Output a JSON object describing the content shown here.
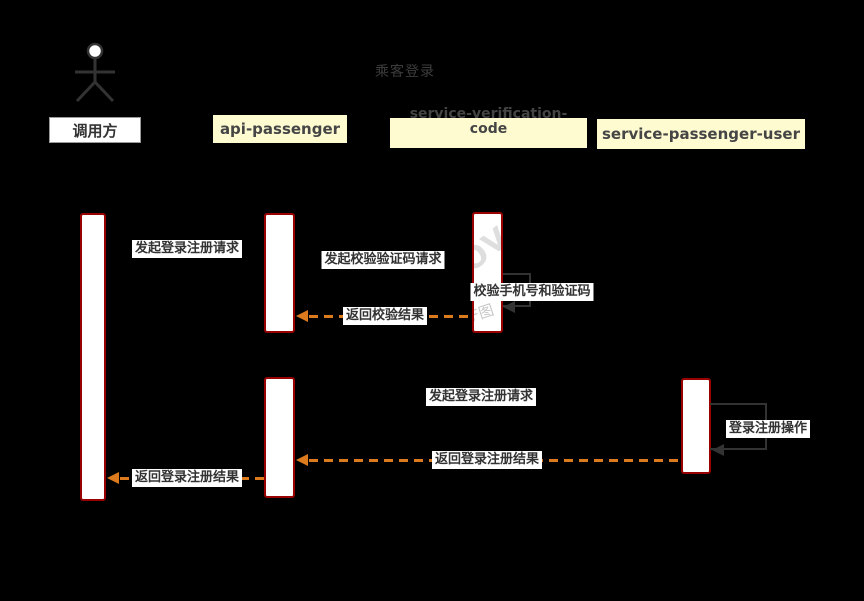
{
  "title": "乘客登录",
  "actor": {
    "label": "调用方"
  },
  "participants": [
    {
      "id": "api-passenger",
      "label": "api-passenger"
    },
    {
      "id": "service-verification-code",
      "label": "service-verification-code"
    },
    {
      "id": "service-passenger-user",
      "label": "service-passenger-user"
    }
  ],
  "messages": [
    {
      "label": "发起登录注册请求",
      "type": "request",
      "from": "调用方",
      "to": "api-passenger"
    },
    {
      "label": "发起校验验证码请求",
      "type": "request",
      "from": "api-passenger",
      "to": "service-verification-code"
    },
    {
      "label": "校验手机号和验证码",
      "type": "self",
      "from": "service-verification-code",
      "to": "service-verification-code"
    },
    {
      "label": "返回校验结果",
      "type": "return",
      "from": "service-verification-code",
      "to": "api-passenger"
    },
    {
      "label": "发起登录注册请求",
      "type": "request",
      "from": "api-passenger",
      "to": "service-passenger-user"
    },
    {
      "label": "登录注册操作",
      "type": "self",
      "from": "service-passenger-user",
      "to": "service-passenger-user"
    },
    {
      "label": "返回登录注册结果",
      "type": "return",
      "from": "service-passenger-user",
      "to": "api-passenger"
    },
    {
      "label": "返回登录注册结果",
      "type": "return",
      "from": "api-passenger",
      "to": "调用方"
    }
  ],
  "watermark": {
    "text1": "OV",
    "text2": "F图"
  },
  "colors": {
    "background": "#000000",
    "participant_fill": "#FEFBD1",
    "activation_fill": "#FFFFFF",
    "activation_border": "#990000",
    "return_arrow": "#DC7B1E",
    "self_arrow": "#333333",
    "label_text": "#333333"
  }
}
